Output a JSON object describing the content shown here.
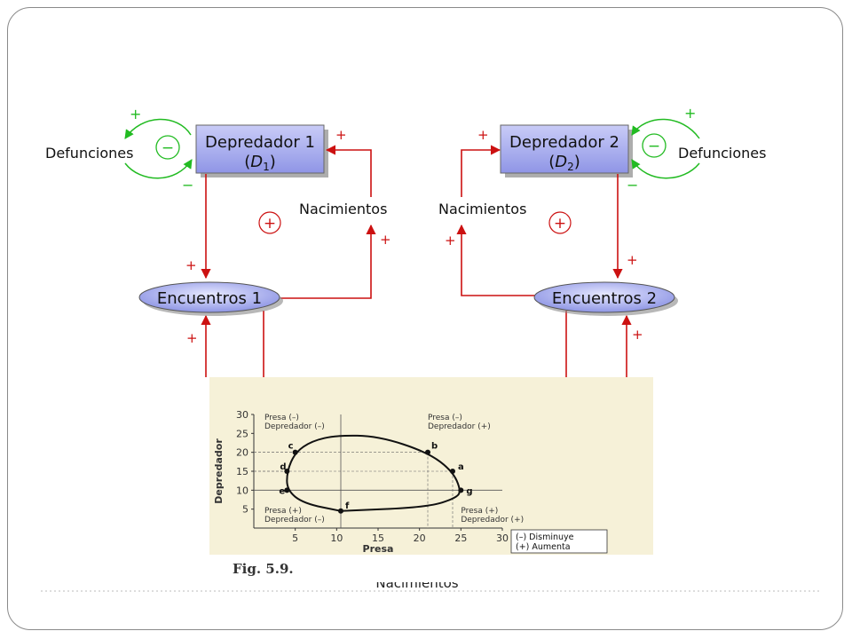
{
  "diagram": {
    "left": {
      "predator_label": "Depredador 1",
      "predator_symbol": "D",
      "predator_sub": "1",
      "deaths_label": "Defunciones",
      "births_label": "Nacimientos",
      "encounters_label": "Encuentros 1",
      "loop_sign": "−",
      "mid_loop_sign": "+"
    },
    "right": {
      "predator_label": "Depredador 2",
      "predator_symbol": "D",
      "predator_sub": "2",
      "deaths_label": "Defunciones",
      "births_label": "Nacimientos",
      "encounters_label": "Encuentros 2",
      "loop_sign": "−",
      "mid_loop_sign": "+"
    },
    "plus": "+",
    "minus": "−",
    "hidden_label": "Nacimientos",
    "colors": {
      "arrow_red": "#cc1111",
      "loop_green": "#22bb22",
      "box_blue": "#a9aeee"
    }
  },
  "figure": {
    "caption": "Fig. 5.9.",
    "chart_data": {
      "type": "line",
      "xlabel": "Presa",
      "ylabel": "Depredador",
      "xlim": [
        0,
        30
      ],
      "ylim": [
        0,
        30
      ],
      "x_ticks": [
        "5",
        "10",
        "15",
        "20",
        "25",
        "30"
      ],
      "y_ticks": [
        "5",
        "10",
        "15",
        "20",
        "25",
        "30"
      ],
      "quadrants": [
        [
          "Presa (–)",
          "Depredador (–)"
        ],
        [
          "Presa (–)",
          "Depredador (+)"
        ],
        [
          "Presa (+)",
          "Depredador (–)"
        ],
        [
          "Presa (+)",
          "Depredador (+)"
        ]
      ],
      "legend": [
        "(–) Disminuye",
        "(+) Aumenta"
      ],
      "points": [
        {
          "label": "a",
          "x": 24,
          "y": 15
        },
        {
          "label": "b",
          "x": 21,
          "y": 20
        },
        {
          "label": "c",
          "x": 5,
          "y": 20
        },
        {
          "label": "d",
          "x": 4,
          "y": 15
        },
        {
          "label": "e",
          "x": 4,
          "y": 10
        },
        {
          "label": "f",
          "x": 10.5,
          "y": 4.5
        },
        {
          "label": "g",
          "x": 25,
          "y": 10
        }
      ],
      "grid": false
    }
  }
}
